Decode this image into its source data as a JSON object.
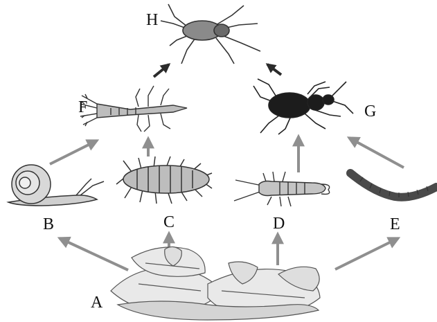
{
  "labels": {
    "A": "A",
    "B": "B",
    "C": "C",
    "D": "D",
    "E": "E",
    "F": "F",
    "G": "G",
    "H": "H"
  },
  "colors": {
    "arrow_gray": "#8f8f8f",
    "arrow_dark": "#2b2b2b",
    "ink": "#222222",
    "beetle": "#1c1c1c",
    "worm": "#4a4a4a",
    "leaf_fill": "#e9e9e9"
  },
  "organisms": {
    "A": "leaf-litter",
    "B": "snail",
    "C": "woodlouse",
    "D": "earwig",
    "E": "earthworm",
    "F": "centipede-larva",
    "G": "ground-beetle",
    "H": "spider"
  },
  "links": [
    {
      "from": "A",
      "to": "B"
    },
    {
      "from": "A",
      "to": "C"
    },
    {
      "from": "A",
      "to": "D"
    },
    {
      "from": "A",
      "to": "E"
    },
    {
      "from": "B",
      "to": "F"
    },
    {
      "from": "C",
      "to": "F"
    },
    {
      "from": "D",
      "to": "G"
    },
    {
      "from": "E",
      "to": "G"
    },
    {
      "from": "F",
      "to": "H"
    },
    {
      "from": "G",
      "to": "H"
    }
  ]
}
